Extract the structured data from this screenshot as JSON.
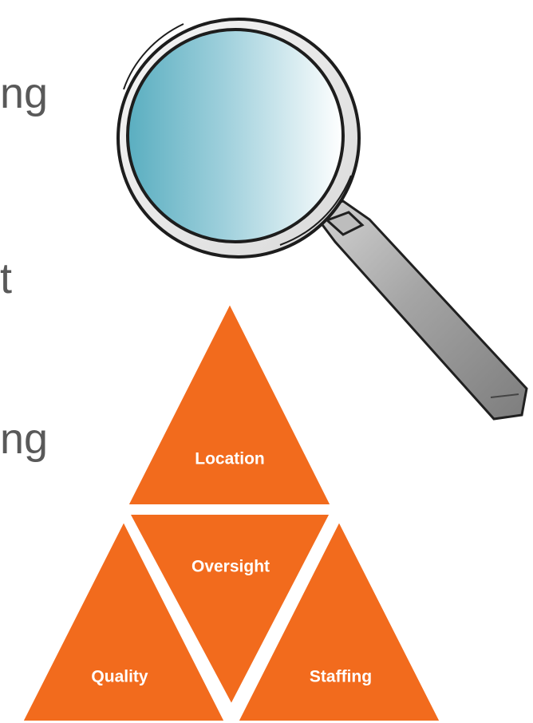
{
  "slide": {
    "partial_text": [
      "ng",
      "t",
      "ng"
    ]
  },
  "diagram": {
    "labels": {
      "top": "Location",
      "center": "Oversight",
      "left": "Quality",
      "right": "Staffing"
    },
    "colors": {
      "triangle_fill": "#f26b1d",
      "triangle_stroke": "#ffffff",
      "lens_blue": "#66b7ca",
      "lens_light": "#ffffff",
      "handle_gray": "#9f9f9f",
      "text_gray": "#595959"
    }
  },
  "icons": {
    "magnifier": "magnifying-glass-icon"
  }
}
